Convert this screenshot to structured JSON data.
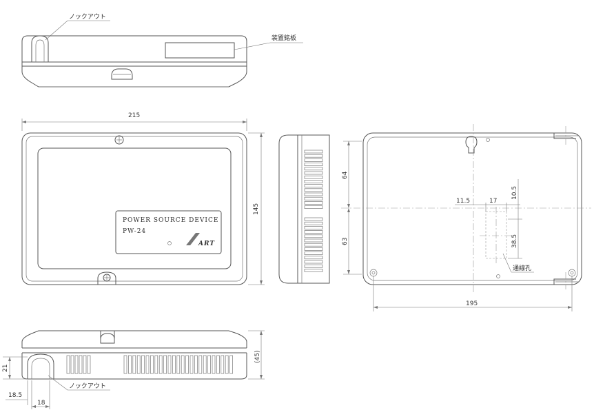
{
  "labels": {
    "knockout": "ノックアウト",
    "nameplate": "装置銘板",
    "vent_hole": "通線孔"
  },
  "front_plate": {
    "line1": "POWER SOURCE DEVICE",
    "line2": "PW-24",
    "logo": "ART"
  },
  "dimensions": {
    "width": "215",
    "height": "145",
    "depth": "(45)",
    "rear_width": "195",
    "upper_height": "64",
    "lower_height": "63",
    "offset_x": "11.5",
    "hole_width": "17",
    "offset_y": "10.5",
    "hole_height": "38.5",
    "knock_height": "21",
    "knock_offset": "18.5",
    "knock_width": "18"
  }
}
